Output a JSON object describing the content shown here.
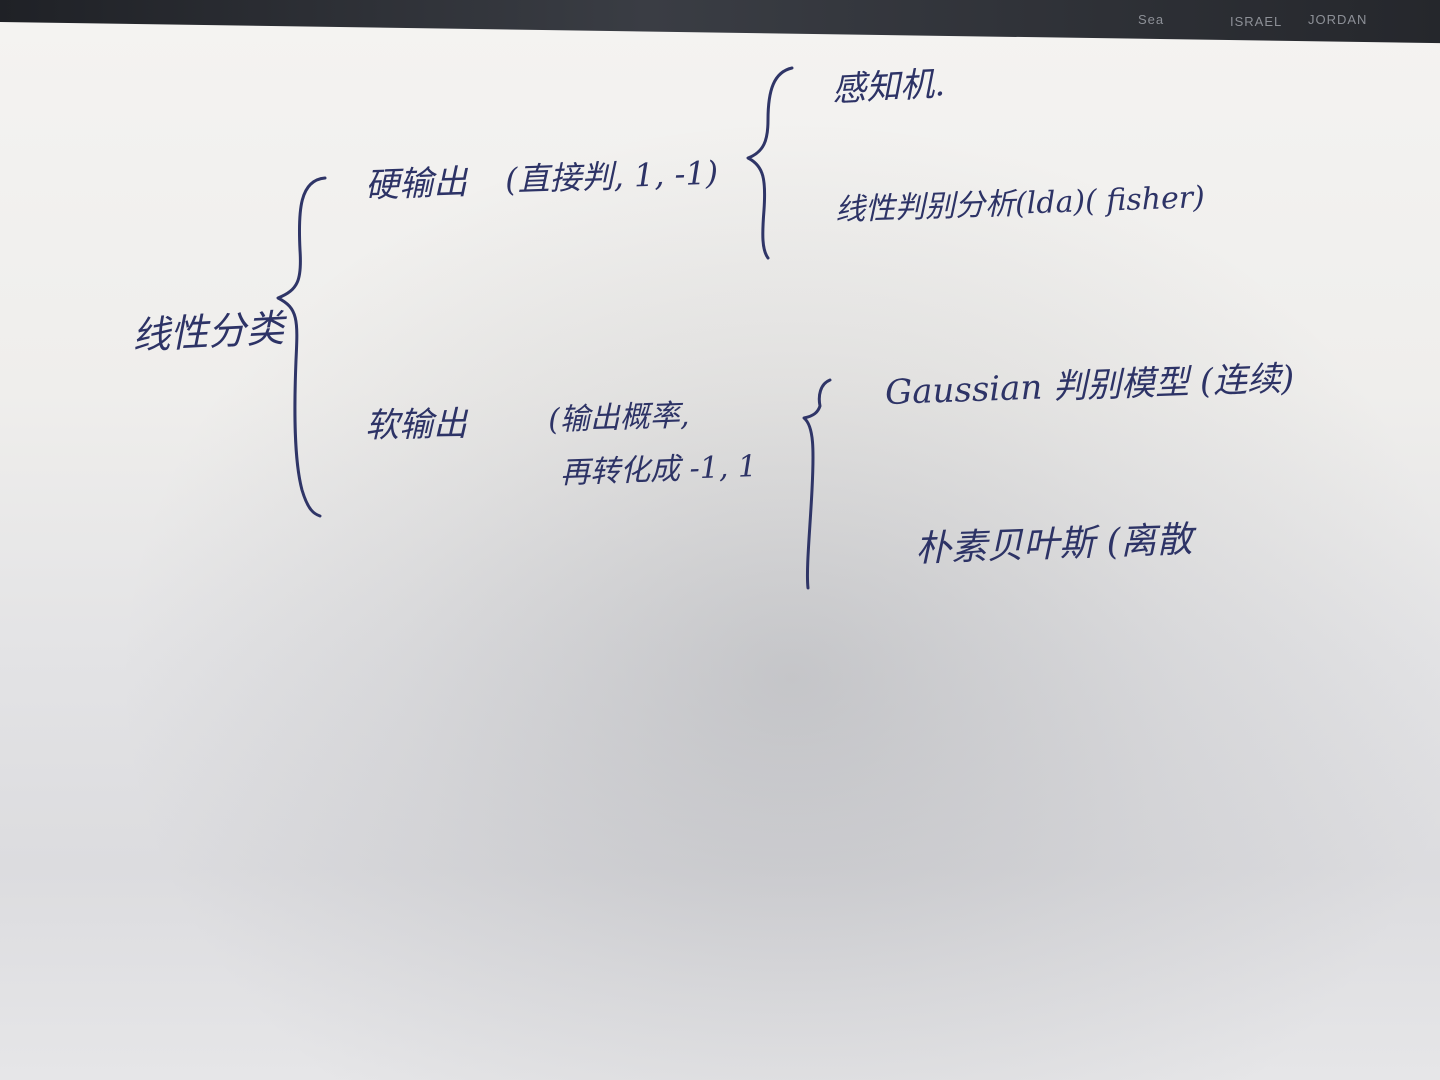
{
  "background_map_labels": [
    "Sea",
    "ISRAEL",
    "JORDAN"
  ],
  "notes": {
    "root": "线性分类",
    "hard_output": {
      "label": "硬输出",
      "note": "(直接判, 1, -1)",
      "items": [
        "感知机.",
        "线性判别分析(lda)(  fisher)"
      ]
    },
    "soft_output": {
      "label": "软输出",
      "note_line1": "(输出概率,",
      "note_line2": "再转化成 -1, 1",
      "items": [
        "Gaussian 判别模型 (连续)",
        "朴素贝叶斯    (离散"
      ]
    }
  },
  "colors": {
    "ink": "#2d3366",
    "paper": "#f0efed",
    "desk": "#2a2c31"
  }
}
